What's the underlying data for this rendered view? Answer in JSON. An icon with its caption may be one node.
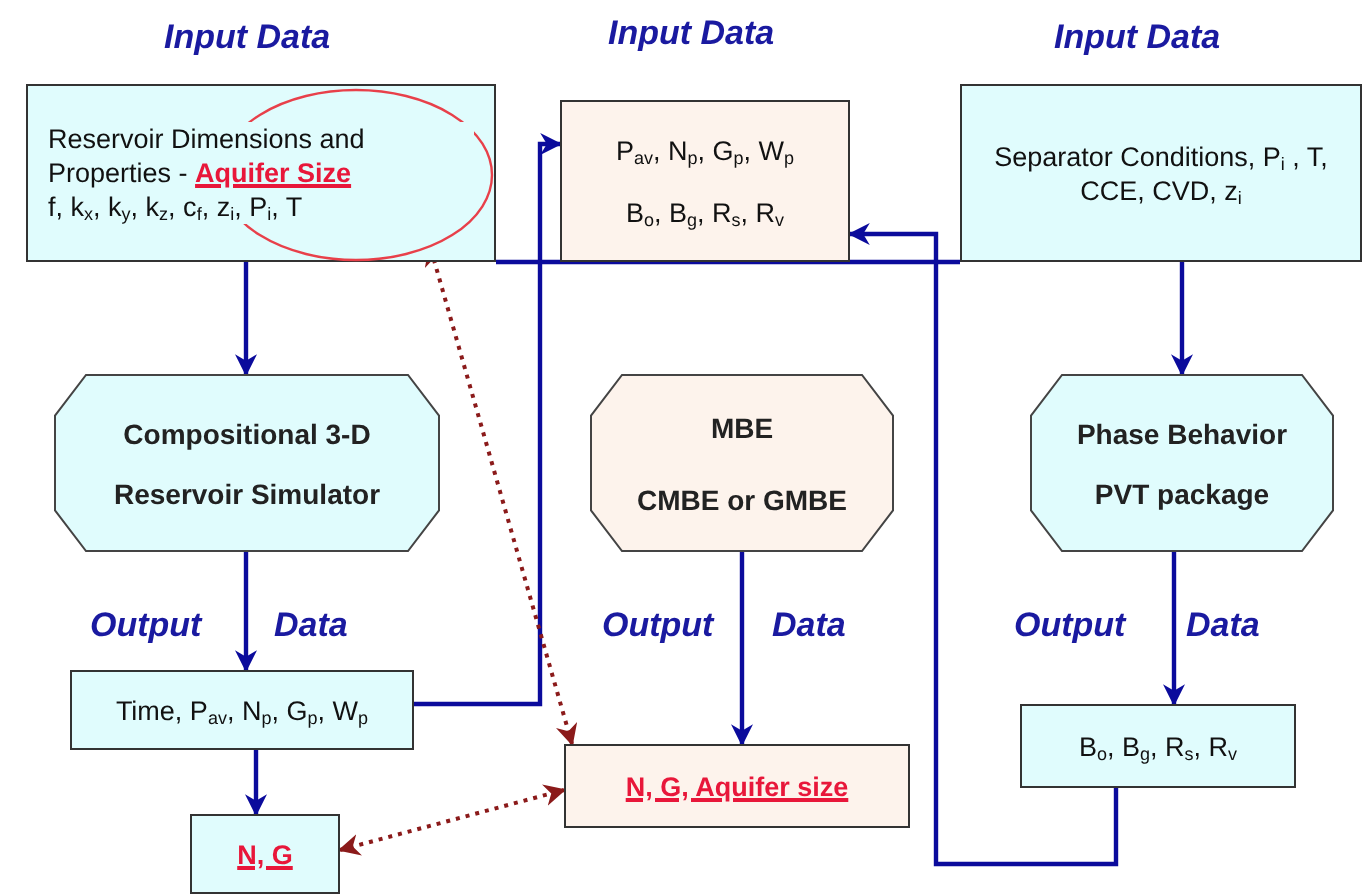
{
  "diagram": {
    "nodes": [
      {
        "text": [
          "Reservoir Dimensions and Properties - **Aquifer Size**",
          "f, k$_{x}$, k$_{y}$, k$_{z}$, c$_{f}$, z$_{i}$, P$_{i}$, T"
        ]
      },
      {
        "text": [],
        "shape": "circle",
        "in": 0
      },
      {
        "text": [
          "P$_{av}$, N$_{p}$, G$_{p}$, W$_{p}$",
          "B$_{o}$, B$_{g}$, R$_{s}$, R$_{v}$"
        ]
      },
      {
        "text": [
          "Separator Conditions, P$_{i}$ , T, CCE, CVD, z$_{i}$"
        ]
      },
      {
        "text": [
          "Compositional 3-D Reservoir Simulator"
        ]
      },
      {
        "text": [
          "MBE",
          "CMBE or GMBE"
        ]
      },
      {
        "text": [
          "Phase Behavior PVT package"
        ]
      },
      {
        "text": [
          "Time, P$_{av}$, N$_{p}$, G$_{p}$, W$_{p}$"
        ]
      },
      {
        "text": [
          "**N, G, Aquifer size**"
        ]
      },
      {
        "text": [
          "B$_{o}$, B$_{g}$, R$_{s}$, R$_{v}$"
        ]
      },
      {
        "text": [
          "**N, G**"
        ]
      }
    ],
    "edges": [
      {
        "from": 0,
        "to": 4,
        "arrow": "to"
      },
      {
        "from": 3,
        "to": 6,
        "arrow": "to"
      },
      {
        "from": 4,
        "to": 7,
        "arrow": "to"
      },
      {
        "from": 5,
        "to": 8,
        "arrow": "to"
      },
      {
        "from": 6,
        "to": 9,
        "arrow": "to"
      },
      {
        "from": 7,
        "to": 10,
        "arrow": "to"
      },
      {
        "from": 7,
        "to": 2,
        "arrow": "to"
      },
      {
        "from": 9,
        "to": 2,
        "arrow": "to"
      },
      {
        "from": 8,
        "to": 1,
        "arrow": "both",
        "style": "dashed",
        "color": "#8b1a1a"
      },
      {
        "from": 10,
        "to": 8,
        "arrow": "both",
        "style": "dashed",
        "color": "#8b1a1a"
      },
      {
        "from": 0,
        "to": 3,
        "arrow": "none"
      }
    ],
    "labels": [
      "Input Data",
      "Input Data",
      "Input Data",
      "Output",
      "Data",
      "Output",
      "Data",
      "Output",
      "Data"
    ]
  }
}
